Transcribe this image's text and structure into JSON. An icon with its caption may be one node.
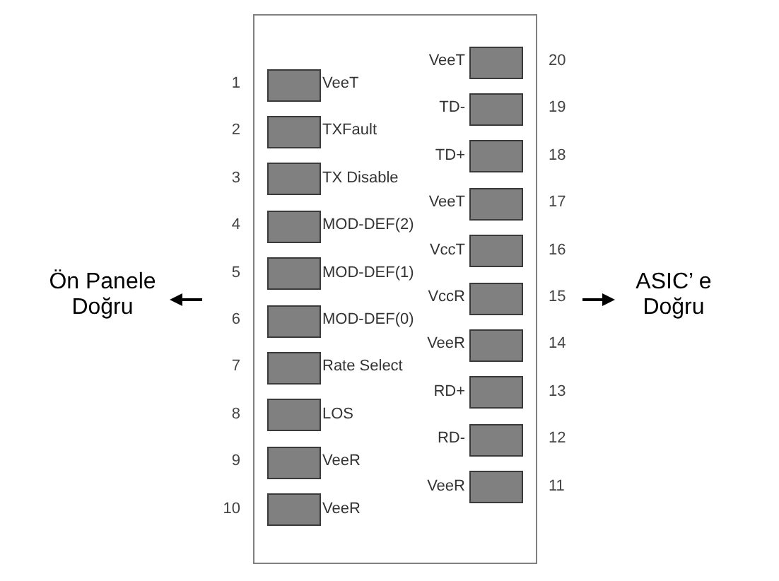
{
  "diagram": {
    "nodes": [
      {
        "text": [],
        "shape": "box",
        "beside": [
          "VeeT",
          "1"
        ]
      },
      {
        "text": [],
        "shape": "box",
        "beside": [
          "TXFault",
          "2"
        ]
      },
      {
        "text": [],
        "shape": "box",
        "beside": [
          "TX Disable",
          "3"
        ]
      },
      {
        "text": [],
        "shape": "box",
        "beside": [
          "MOD-DEF(2)",
          "4"
        ]
      },
      {
        "text": [],
        "shape": "box",
        "beside": [
          "MOD-DEF(1)",
          "5"
        ]
      },
      {
        "text": [],
        "shape": "box",
        "beside": [
          "MOD-DEF(0)",
          "6"
        ]
      },
      {
        "text": [],
        "shape": "box",
        "beside": [
          "Rate Select",
          "7"
        ]
      },
      {
        "text": [],
        "shape": "box",
        "beside": [
          "LOS",
          "8"
        ]
      },
      {
        "text": [],
        "shape": "box",
        "beside": [
          "VeeR",
          "9"
        ]
      },
      {
        "text": [],
        "shape": "box",
        "beside": [
          "VeeR",
          "10"
        ]
      },
      {
        "text": [],
        "shape": "box",
        "beside": [
          "VeeT",
          "20"
        ]
      },
      {
        "text": [],
        "shape": "box",
        "beside": [
          "TD-",
          "19"
        ]
      },
      {
        "text": [],
        "shape": "box",
        "beside": [
          "TD+",
          "18"
        ]
      },
      {
        "text": [],
        "shape": "box",
        "beside": [
          "VeeT",
          "17"
        ]
      },
      {
        "text": [],
        "shape": "box",
        "beside": [
          "VccT",
          "16"
        ]
      },
      {
        "text": [],
        "shape": "box",
        "beside": [
          "VccR",
          "15"
        ]
      },
      {
        "text": [],
        "shape": "box",
        "beside": [
          "VeeR",
          "14"
        ]
      },
      {
        "text": [],
        "shape": "box",
        "beside": [
          "RD+",
          "13"
        ]
      },
      {
        "text": [],
        "shape": "box",
        "beside": [
          "RD-",
          "12"
        ]
      },
      {
        "text": [],
        "shape": "box",
        "beside": [
          "VeeR",
          "11"
        ]
      }
    ],
    "labels": [
      "Ön Panele Doğru",
      "ASIC’ e Doğru"
    ]
  }
}
